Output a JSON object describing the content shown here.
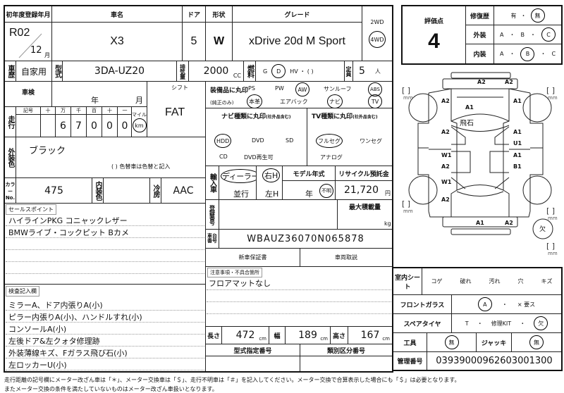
{
  "header": {
    "first_reg_label": "初年度登録年月",
    "first_reg_year": "R02",
    "first_reg_month": "12",
    "month_unit": "月",
    "car_name_label": "車名",
    "car_name": "X3",
    "door_label": "ドア",
    "doors": "5",
    "shape_label": "形状",
    "shape": "W",
    "grade_label": "グレード",
    "grade": "xDrive 20d M Sport",
    "drive_2wd": "2WD",
    "drive_4wd": "4WD"
  },
  "row3": {
    "history_label": "車歴",
    "history": "自家用",
    "model_label": "型式",
    "model": "3DA-UZ20",
    "displacement_label": "排気量",
    "displacement": "2000",
    "cc": "CC",
    "fuel_label": "燃料",
    "fuel_g": "G",
    "fuel_d": "D",
    "fuel_rest": "HV ・ (        )",
    "capacity_label": "定員",
    "capacity": "5",
    "person_unit": "人"
  },
  "inspection": {
    "label": "車検",
    "year": "年",
    "month": "月"
  },
  "shift": {
    "label": "シフト",
    "value": "FAT"
  },
  "mileage": {
    "label": "走行",
    "cols": [
      "記号",
      "十",
      "万",
      "千",
      "百",
      "十",
      "一"
    ],
    "digits": [
      "",
      "",
      "6",
      "7",
      "0",
      "0",
      "0"
    ],
    "mile": "マイル",
    "km": "km"
  },
  "exterior": {
    "label": "外装色",
    "value": "ブラック",
    "note": "(              ) 色替車は色替と記入"
  },
  "color": {
    "label": "カラーNo.",
    "value": "475",
    "interior_label": "内装色",
    "interior": "",
    "ac_label": "冷房",
    "ac": "AAC"
  },
  "sales": {
    "label": "セールスポイント",
    "lines": [
      "ハイラインPKG コニャックレザー",
      "BMWライブ・コックピット Bカメ"
    ]
  },
  "inspection_notes": {
    "label": "検査記入欄",
    "lines": [
      "ミラーA、ドア内張りA(小)",
      "ピラー内張りA(小)、ハンドルすれ(小)",
      "コンソールA(小)",
      "左後ドア&左クォタ修理跡",
      "外装薄線キズ、Fガラス飛び石(小)",
      "左ロッカーU(小)"
    ]
  },
  "equipment": {
    "label": "装備品に丸印",
    "sub": "(純正のみ)",
    "row1": [
      "PS",
      "PW",
      "AW",
      "サンルーフ",
      "ABS"
    ],
    "row2": [
      "本革",
      "エアバック",
      "ナビ",
      "TV"
    ]
  },
  "navi": {
    "label": "ナビ種類に丸印",
    "sub": "(社外品含む)",
    "options": [
      "HDD",
      "DVD",
      "SD",
      "CD",
      "DVD再生可"
    ]
  },
  "tv": {
    "label": "TV種類に丸印",
    "sub": "(社外品含む)",
    "options": [
      "フルセグ",
      "ワンセグ",
      "アナログ"
    ]
  },
  "import": {
    "label": "輸入車",
    "dealer": "ディーラー",
    "parallel": "並行",
    "rh": "右H",
    "lh": "左H",
    "model_year_label": "モデル年式",
    "year": "年",
    "unknown": "不明",
    "recycle_label": "リサイクル預託金",
    "recycle": "21,720",
    "yen": "円"
  },
  "registration": {
    "label": "登録番号",
    "max_load_label": "最大積載量",
    "kg": "kg"
  },
  "chassis": {
    "label": "車台番号",
    "value": "WBAUZ36070N065878"
  },
  "docs": {
    "warranty": "新車保証書",
    "manual": "車両取説"
  },
  "notes": {
    "label": "注意事項・不具合箇所",
    "lines": [
      "フロアマットなし"
    ]
  },
  "dims": {
    "length_label": "長さ",
    "length": "472",
    "width_label": "幅",
    "width": "189",
    "height_label": "高さ",
    "height": "167",
    "cm": "cm"
  },
  "type_designation_label": "型式指定番号",
  "category_label": "類別区分番号",
  "score": {
    "label": "評価点",
    "value": "4",
    "repair_label": "修復歴",
    "repair_yes": "有",
    "repair_no": "無",
    "ext_label": "外装",
    "int_label": "内装",
    "A": "A",
    "B": "B",
    "C": "C"
  },
  "diagram": {
    "mm": "mm",
    "marks": [
      "A2",
      "A2",
      "A2",
      "A1",
      "A1",
      "飛石",
      "A2",
      "W1",
      "A2",
      "W1",
      "A2",
      "A1",
      "U1",
      "A1",
      "B1",
      "A1",
      "A2"
    ],
    "spare": "欠"
  },
  "seat": {
    "label": "室内シート",
    "options": [
      "コゲ",
      "破れ",
      "汚れ",
      "穴",
      "キズ"
    ]
  },
  "windshield": {
    "label": "フロントガラス",
    "a": "A",
    "need": "× 要ス"
  },
  "spare_tire": {
    "label": "スペアタイヤ",
    "t": "T",
    "kit": "修理KIT",
    "missing": "欠"
  },
  "tools": {
    "label": "工具",
    "value": "無",
    "jack_label": "ジャッキ",
    "jack": "無"
  },
  "control": {
    "label": "管理番号",
    "value": "03939000962603001300"
  },
  "footer": [
    "走行距離の記号欄にメーター改ざん車は「＊」、メーター交換車は「＄」、走行不明車は「＃」を記入してください。メーター交換で合算表示した場合にも「＄」は必要となります。",
    "またメーター交換の条件を満たしていないものはメーター改ざん車扱いとなります。"
  ]
}
